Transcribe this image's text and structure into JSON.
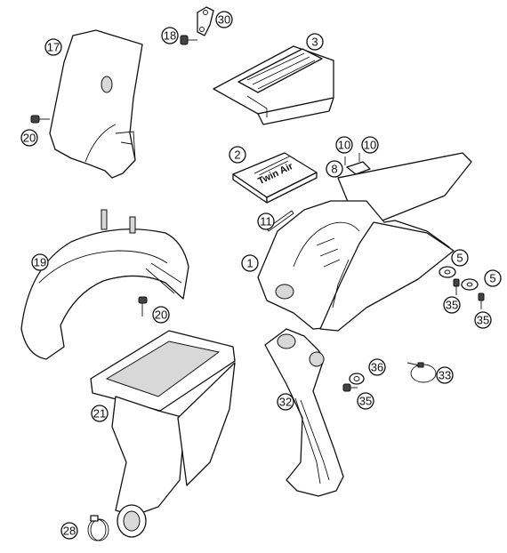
{
  "diagram": {
    "callouts": [
      {
        "id": "p17",
        "label": "17"
      },
      {
        "id": "p18",
        "label": "18"
      },
      {
        "id": "p30",
        "label": "30"
      },
      {
        "id": "p3",
        "label": "3"
      },
      {
        "id": "p20a",
        "label": "20"
      },
      {
        "id": "p2",
        "label": "2"
      },
      {
        "id": "p10a",
        "label": "10"
      },
      {
        "id": "p10b",
        "label": "10"
      },
      {
        "id": "p8",
        "label": "8"
      },
      {
        "id": "p11",
        "label": "11"
      },
      {
        "id": "p19",
        "label": "19"
      },
      {
        "id": "p1",
        "label": "1"
      },
      {
        "id": "p5a",
        "label": "5"
      },
      {
        "id": "p5b",
        "label": "5"
      },
      {
        "id": "p35a",
        "label": "35"
      },
      {
        "id": "p35b",
        "label": "35"
      },
      {
        "id": "p20b",
        "label": "20"
      },
      {
        "id": "p21",
        "label": "21"
      },
      {
        "id": "p36",
        "label": "36"
      },
      {
        "id": "p33",
        "label": "33"
      },
      {
        "id": "p35c",
        "label": "35"
      },
      {
        "id": "p32",
        "label": "32"
      },
      {
        "id": "p28",
        "label": "28"
      }
    ],
    "decal": {
      "brand": "Twin Air"
    }
  }
}
